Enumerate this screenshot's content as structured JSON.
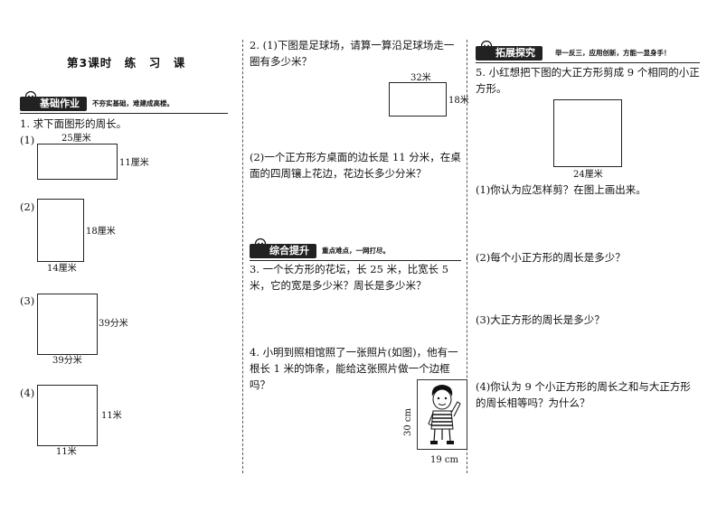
{
  "page": {
    "lesson_title": "第3课时　练　习　课"
  },
  "section_basic": {
    "label": "基础作业",
    "note": "不夯实基础，难建成高楼。",
    "q1": {
      "prompt": "1. 求下面图形的周长。",
      "items": [
        {
          "num": "(1)",
          "width_label": "25厘米",
          "height_label": "11厘米"
        },
        {
          "num": "(2)",
          "width_label": "14厘米",
          "height_label": "18厘米"
        },
        {
          "num": "(3)",
          "width_label": "39分米",
          "height_label": "39分米"
        },
        {
          "num": "(4)",
          "width_label": "11米",
          "height_label": "11米"
        }
      ]
    }
  },
  "q2": {
    "part1": "2. (1)下图是足球场，请算一算沿足球场走一圈有多少米？",
    "field_width": "32米",
    "field_height": "18米",
    "part2": "(2)一个正方形方桌面的边长是 11 分米，在桌面的四周镶上花边，花边长多少分米？"
  },
  "section_combined": {
    "label": "综合提升",
    "note": "重点难点，一网打尽。",
    "q3": "3. 一个长方形的花坛，长 25 米，比宽长 5 米，它的宽是多少米？周长是多少米？",
    "q4": "4. 小明到照相馆照了一张照片(如图)，他有一根长 1 米的饰条，能给这张照片做一个边框吗？",
    "photo_height": "30 cm",
    "photo_width": "19 cm"
  },
  "section_explore": {
    "label": "拓展探究",
    "note": "举一反三，应用创新，方能一显身手！",
    "q5": "5. 小红想把下图的大正方形剪成 9 个相同的小正方形。",
    "square_label": "24厘米",
    "sub1": "(1)你认为应怎样剪？在图上画出来。",
    "sub2": "(2)每个小正方形的周长是多少？",
    "sub3": "(3)大正方形的周长是多少？",
    "sub4": "(4)你认为 9 个小正方形的周长之和与大正方形的周长相等吗？为什么？"
  }
}
